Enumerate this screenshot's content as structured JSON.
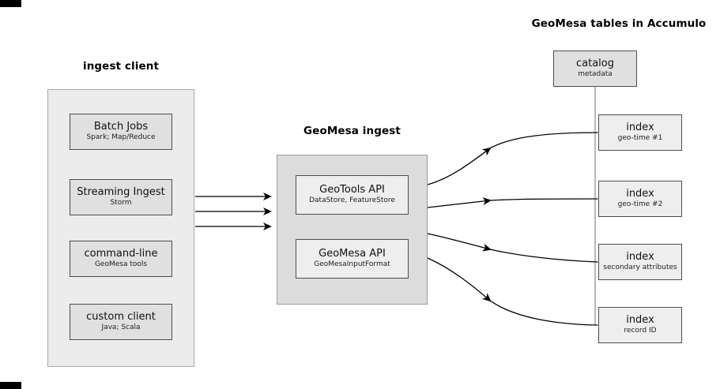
{
  "ingest_client": {
    "title": "ingest client",
    "nodes": [
      {
        "label": "Batch Jobs",
        "sub": "Spark; Map/Reduce"
      },
      {
        "label": "Streaming Ingest",
        "sub": "Storm"
      },
      {
        "label": "command-line",
        "sub": "GeoMesa tools"
      },
      {
        "label": "custom client",
        "sub": "Java; Scala"
      }
    ]
  },
  "geomesa_ingest": {
    "title": "GeoMesa ingest",
    "nodes": [
      {
        "label": "GeoTools API",
        "sub": "DataStore, FeatureStore"
      },
      {
        "label": "GeoMesa API",
        "sub": "GeoMesaInputFormat"
      }
    ]
  },
  "accumulo": {
    "title": "GeoMesa tables in Accumulo",
    "catalog": {
      "label": "catalog",
      "sub": "metadata"
    },
    "indexes": [
      {
        "label": "index",
        "sub": "geo-time #1"
      },
      {
        "label": "index",
        "sub": "geo-time #2"
      },
      {
        "label": "index",
        "sub": "secondary attributes"
      },
      {
        "label": "index",
        "sub": "record ID"
      }
    ]
  }
}
